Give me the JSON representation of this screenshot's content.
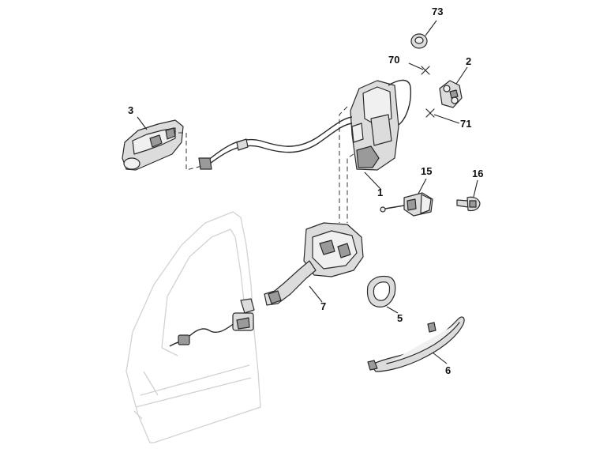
{
  "labels": {
    "p1": "1",
    "p2": "2",
    "p3": "3",
    "p5": "5",
    "p6": "6",
    "p7": "7",
    "p15": "15",
    "p16": "16",
    "p70": "70",
    "p71": "71",
    "p73": "73"
  },
  "colors": {
    "part_fill": "#dcdcdc",
    "outline": "#2a2a2a",
    "door_outline": "#d2d2d2"
  }
}
